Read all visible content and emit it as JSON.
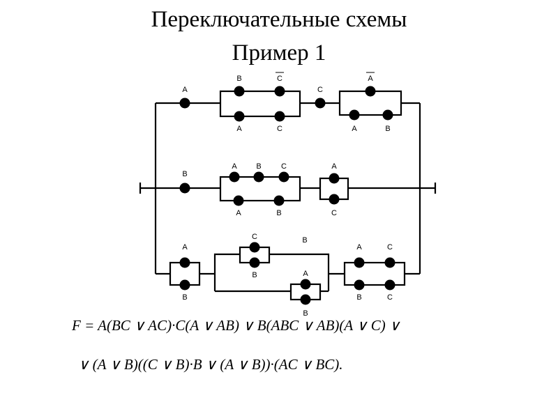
{
  "title": {
    "line1": "Переключательные схемы",
    "line2": "Пример 1"
  },
  "diagram": {
    "labels": {
      "r1_a": "A",
      "r1_b_top": "B",
      "r1_c_top": "C",
      "r1_a_bottom": "A",
      "r1_c_bottom": "C",
      "r1_c_mid": "C",
      "r1_a_top2": "A",
      "r1_a_bottom2": "A",
      "r1_b_bottom2": "B",
      "r2_b": "B",
      "r2_a_top": "A",
      "r2_b_top": "B",
      "r2_c_top": "C",
      "r2_a_bottom": "A",
      "r2_b_bottom": "B",
      "r2_a_right": "A",
      "r2_c_right": "C",
      "r3_a_left": "A",
      "r3_b_left": "B",
      "r3_c_inner": "C",
      "r3_b_inner": "B",
      "r3_b_top": "B",
      "r3_a_bottom": "A",
      "r3_b_bottom": "B",
      "r3_a_right": "A",
      "r3_c_right": "C",
      "r3_b_right": "B",
      "r3_c_right2": "C"
    }
  },
  "formula": {
    "line1": "F = A(BC ∨ AC)·C(A ∨ AB) ∨ B(ABC ∨ AB)(A ∨ C) ∨",
    "line2": "∨ (A ∨ B)((C ∨ B)·B ∨ (A ∨ B))·(AC ∨ BC)."
  }
}
